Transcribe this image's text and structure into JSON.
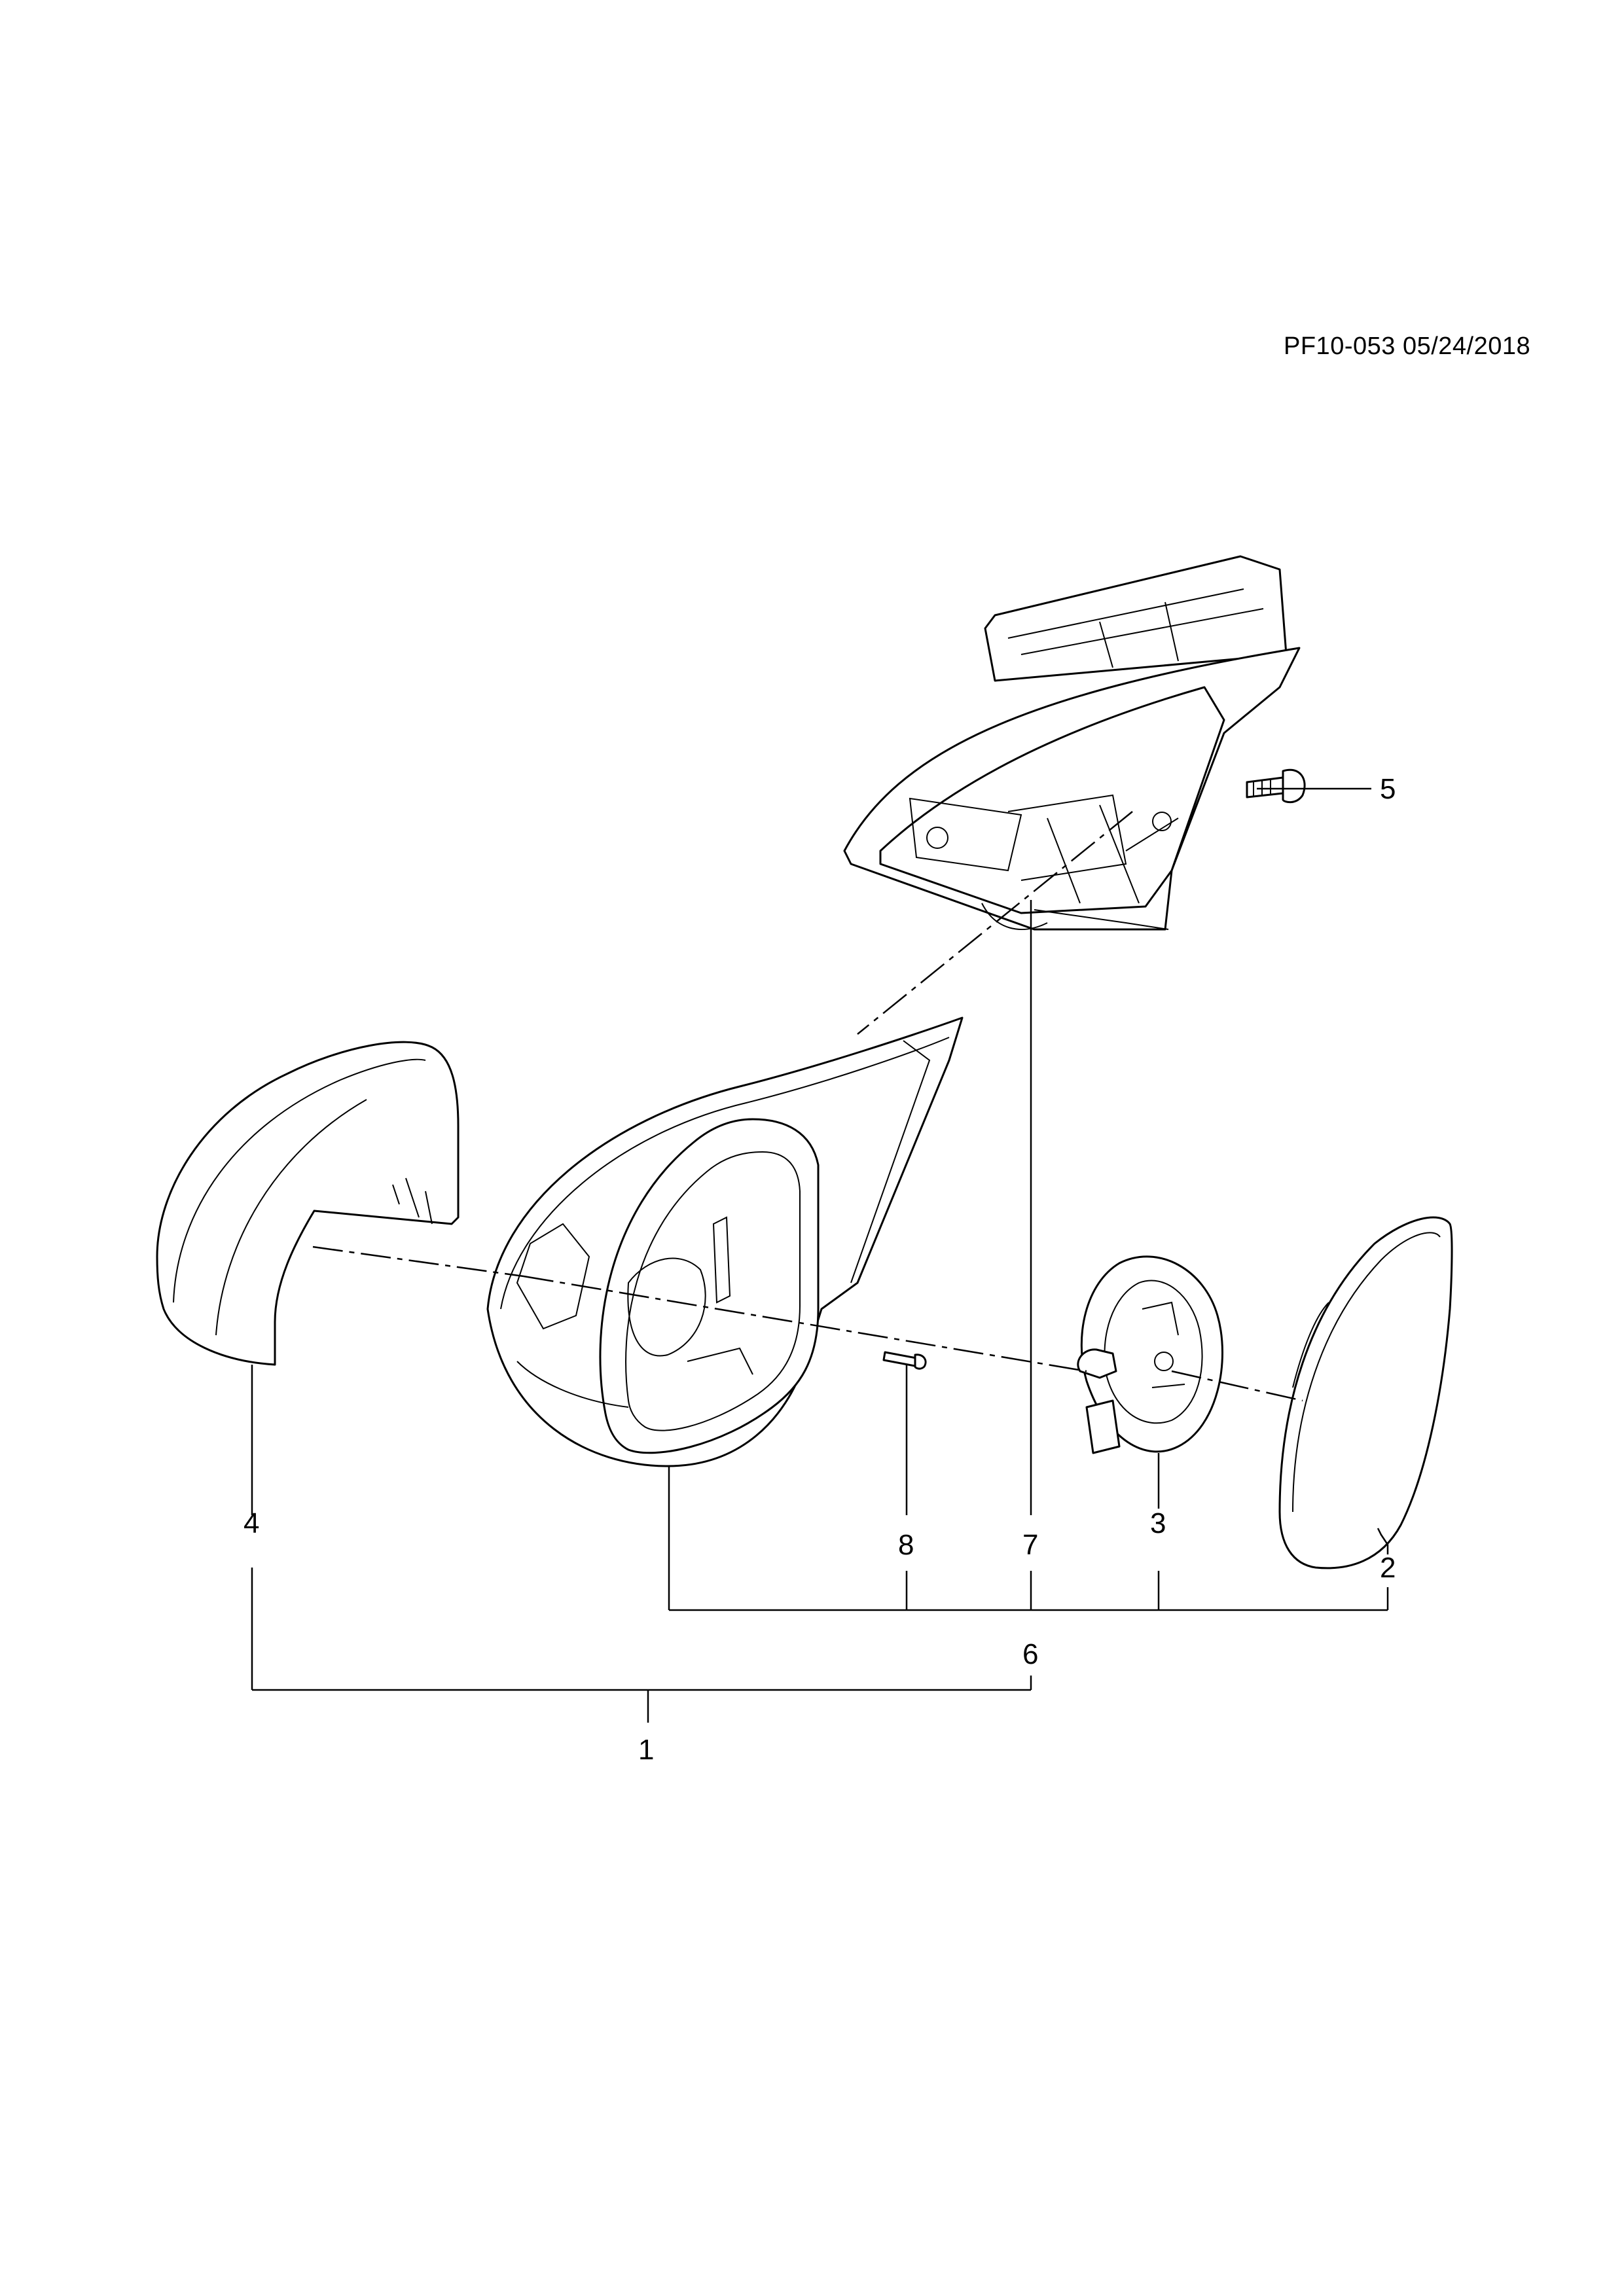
{
  "header": {
    "reference": "PF10-053 05/24/2018"
  },
  "callouts": {
    "c1": "1",
    "c2": "2",
    "c3": "3",
    "c4": "4",
    "c5": "5",
    "c6": "6",
    "c7": "7",
    "c8": "8"
  }
}
